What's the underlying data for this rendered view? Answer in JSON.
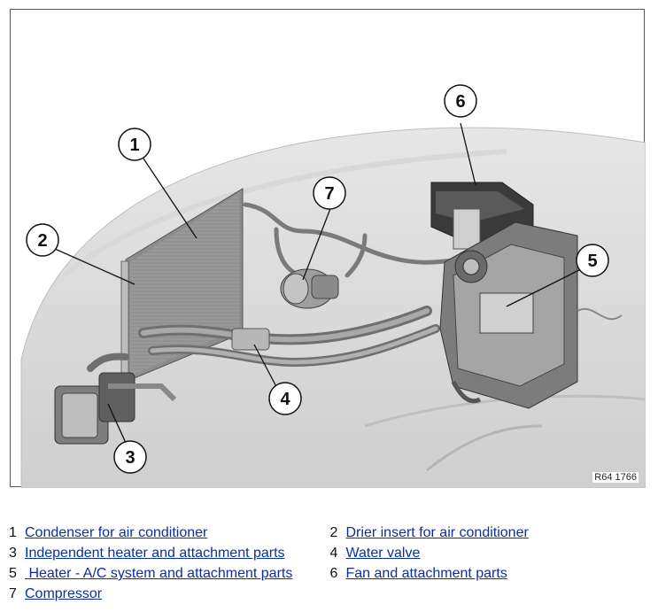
{
  "figure": {
    "ref_code": "R64 1766"
  },
  "callouts": [
    "1",
    "2",
    "3",
    "4",
    "5",
    "6",
    "7"
  ],
  "legend": [
    [
      {
        "num": "1",
        "label": "Condenser for air conditioner"
      },
      {
        "num": "2",
        "label": "Drier insert for air conditioner"
      }
    ],
    [
      {
        "num": "3",
        "label": "Independent heater and attachment parts"
      },
      {
        "num": "4",
        "label": "Water valve"
      }
    ],
    [
      {
        "num": "5",
        "label": " Heater - A/C system and attachment parts"
      },
      {
        "num": "6",
        "label": "Fan and attachment parts"
      }
    ],
    [
      {
        "num": "7",
        "label": "Compressor"
      }
    ]
  ]
}
